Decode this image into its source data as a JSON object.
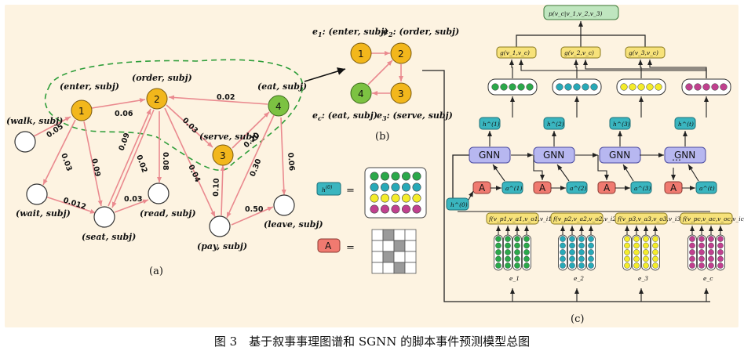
{
  "caption": "图 3　基于叙事事理图谱和 SGNN 的脚本事件预测模型总图",
  "panel_a": {
    "label": "(a)",
    "nodes": {
      "enter": {
        "id": "1",
        "label": "(enter, subj)"
      },
      "order": {
        "id": "2",
        "label": "(order, subj)"
      },
      "serve": {
        "id": "3",
        "label": "(serve, subj)"
      },
      "eat": {
        "id": "4",
        "label": "(eat, subj)"
      },
      "walk": {
        "label": "(walk, subj)"
      },
      "wait": {
        "label": "(wait, subj)"
      },
      "seat": {
        "label": "(seat, subj)"
      },
      "read": {
        "label": "(read, subj)"
      },
      "pay": {
        "label": "(pay, subj)"
      },
      "leave": {
        "label": "(leave, subj)"
      }
    },
    "weights": {
      "walk_enter": "0.05",
      "enter_order": "0.06",
      "eat_order": "0.02",
      "enter_wait": "0.03",
      "enter_seat": "0.09",
      "seat_order": "0.09",
      "order_seat": "0.02",
      "order_read": "0.08",
      "order_serve": "0.03",
      "serve_eat": "0.20",
      "order_pay": "0.04",
      "pay_serve": "0.10",
      "eat_pay": "0.30",
      "eat_leave": "0.06",
      "wait_seat": "0.012",
      "seat_read": "0.03",
      "pay_leave": "0.50"
    }
  },
  "panel_b": {
    "label": "(b)",
    "e1": {
      "prefix": "e",
      "sub": "1",
      "text": ": (enter, subj)"
    },
    "e2": {
      "prefix": "e",
      "sub": "2",
      "text": ": (order, subj)"
    },
    "ec": {
      "prefix": "e",
      "sub": "c",
      "text": ": (eat, subj)"
    },
    "e3": {
      "prefix": "e",
      "sub": "3",
      "text": ": (serve, subj)"
    },
    "nodes": [
      "1",
      "2",
      "3",
      "4"
    ]
  },
  "legend": {
    "h_label": "h",
    "h_sup": "(0)",
    "a_label": "A",
    "equals": "="
  },
  "panel_c": {
    "label": "(c)",
    "output": "p(v_c|v_1,v_2,v_3)",
    "g_labels": [
      "g(v_1,v_c)",
      "g(v_2,v_c)",
      "g(v_3,v_c)"
    ],
    "gnn_label": "GNN",
    "dots": "…",
    "h_labels": [
      "h^(1)",
      "h^(2)",
      "h^(3)",
      "h^(t)"
    ],
    "h0": "h^(0)",
    "a_vectors": [
      "a^(1)",
      "a^(2)",
      "a^(3)",
      "a^(t)"
    ],
    "a_box": "A",
    "f_labels": [
      "f(v_p1,v_a1,v_o1,v_i1)",
      "f(v_p2,v_a2,v_o2,v_i2)",
      "f(v_p3,v_a3,v_o3,v_i3)",
      "f(v_pc,v_ac,v_oc,v_ic)"
    ],
    "events": [
      "e_1",
      "e_2",
      "e_3",
      "e_c"
    ]
  },
  "colors": {
    "panel_bg": "#fdf3e1",
    "node_yellow": "#f2b71c",
    "node_green": "#7cc242",
    "edge": "#ea8a8f",
    "dash": "#2f9e3a",
    "vec_green": "#2aa84a",
    "vec_teal": "#27a9b8",
    "vec_yellow": "#f4ec2a",
    "vec_magenta": "#c0408f",
    "gnn": "#b7b7f0",
    "a_box": "#f07a70",
    "h_box": "#3ab5bf",
    "f_box": "#f7e27a",
    "g_box": "#f7e27a",
    "p_box": "#bfe6bf"
  }
}
